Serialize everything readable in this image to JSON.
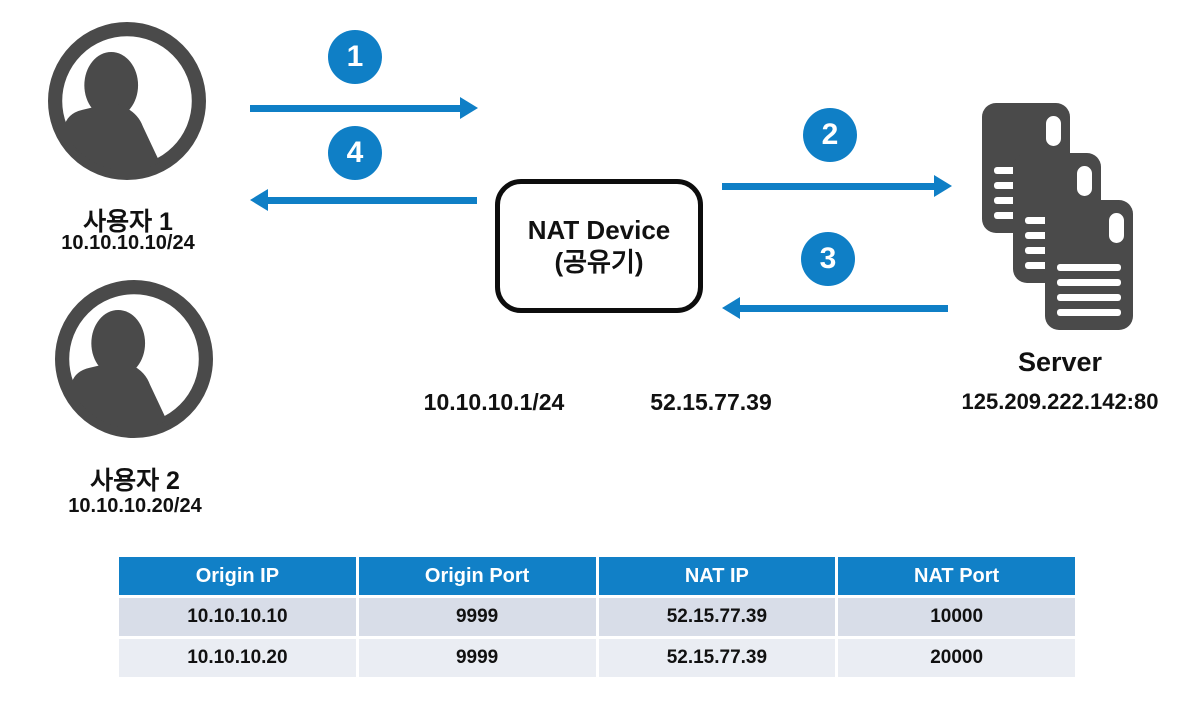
{
  "diagram": {
    "users": [
      {
        "name": "사용자 1",
        "ip": "10.10.10.10/24"
      },
      {
        "name": "사용자 2",
        "ip": "10.10.10.20/24"
      }
    ],
    "nat_device": {
      "title": "NAT Device",
      "subtitle": "(공유기)",
      "lan_ip": "10.10.10.1/24",
      "wan_ip": "52.15.77.39"
    },
    "server": {
      "label": "Server",
      "address": "125.209.222.142:80"
    },
    "flow_steps": [
      "1",
      "2",
      "3",
      "4"
    ]
  },
  "nat_table": {
    "headers": [
      "Origin IP",
      "Origin Port",
      "NAT IP",
      "NAT Port"
    ],
    "rows": [
      [
        "10.10.10.10",
        "9999",
        "52.15.77.39",
        "10000"
      ],
      [
        "10.10.10.20",
        "9999",
        "52.15.77.39",
        "20000"
      ]
    ]
  },
  "icons": {
    "user": "person-avatar-icon",
    "server": "server-stack-icon"
  },
  "colors": {
    "accent_blue": "#0f7fc6",
    "icon_gray": "#4a4a4a",
    "table_header_bg": "#1180c7",
    "table_row_odd_bg": "#d8dde8",
    "table_row_even_bg": "#eaedf3",
    "nat_box_border": "#0d0d0d"
  }
}
